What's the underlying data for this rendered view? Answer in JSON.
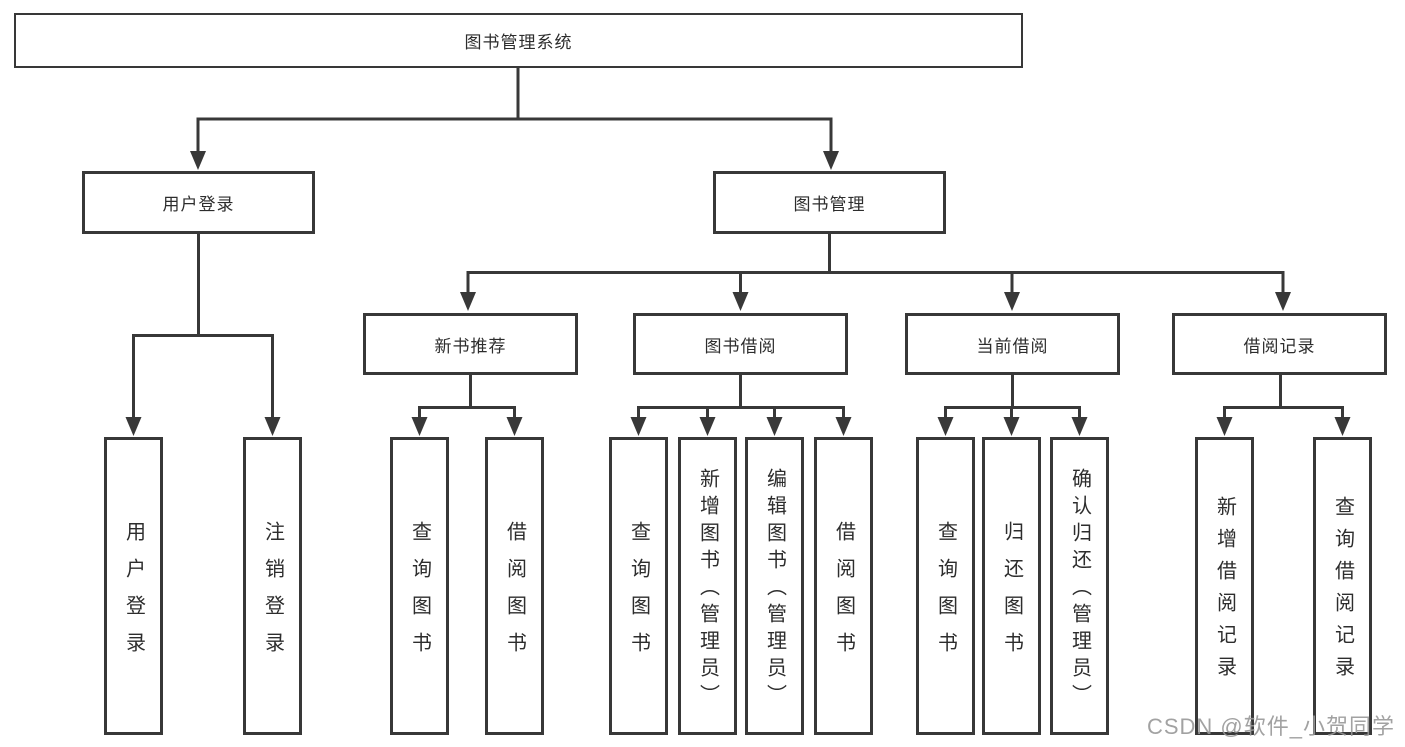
{
  "diagram": {
    "root": {
      "label": "图书管理系统"
    },
    "branches": [
      {
        "label": "用户登录",
        "children": [
          {
            "label": "用户登录"
          },
          {
            "label": "注销登录"
          }
        ]
      },
      {
        "label": "图书管理",
        "children": [
          {
            "label": "新书推荐",
            "children": [
              {
                "label": "查询图书"
              },
              {
                "label": "借阅图书"
              }
            ]
          },
          {
            "label": "图书借阅",
            "children": [
              {
                "label": "查询图书"
              },
              {
                "label": "新增图书（管理员）"
              },
              {
                "label": "编辑图书（管理员）"
              },
              {
                "label": "借阅图书"
              }
            ]
          },
          {
            "label": "当前借阅",
            "children": [
              {
                "label": "查询图书"
              },
              {
                "label": "归还图书"
              },
              {
                "label": "确认归还（管理员）"
              }
            ]
          },
          {
            "label": "借阅记录",
            "children": [
              {
                "label": "新增借阅记录"
              },
              {
                "label": "查询借阅记录"
              }
            ]
          }
        ]
      }
    ]
  },
  "watermark": {
    "text": "CSDN @软件_小贺同学"
  },
  "colors": {
    "line": "#383838",
    "text": "#2d2d2d",
    "watermark": "#989898"
  }
}
